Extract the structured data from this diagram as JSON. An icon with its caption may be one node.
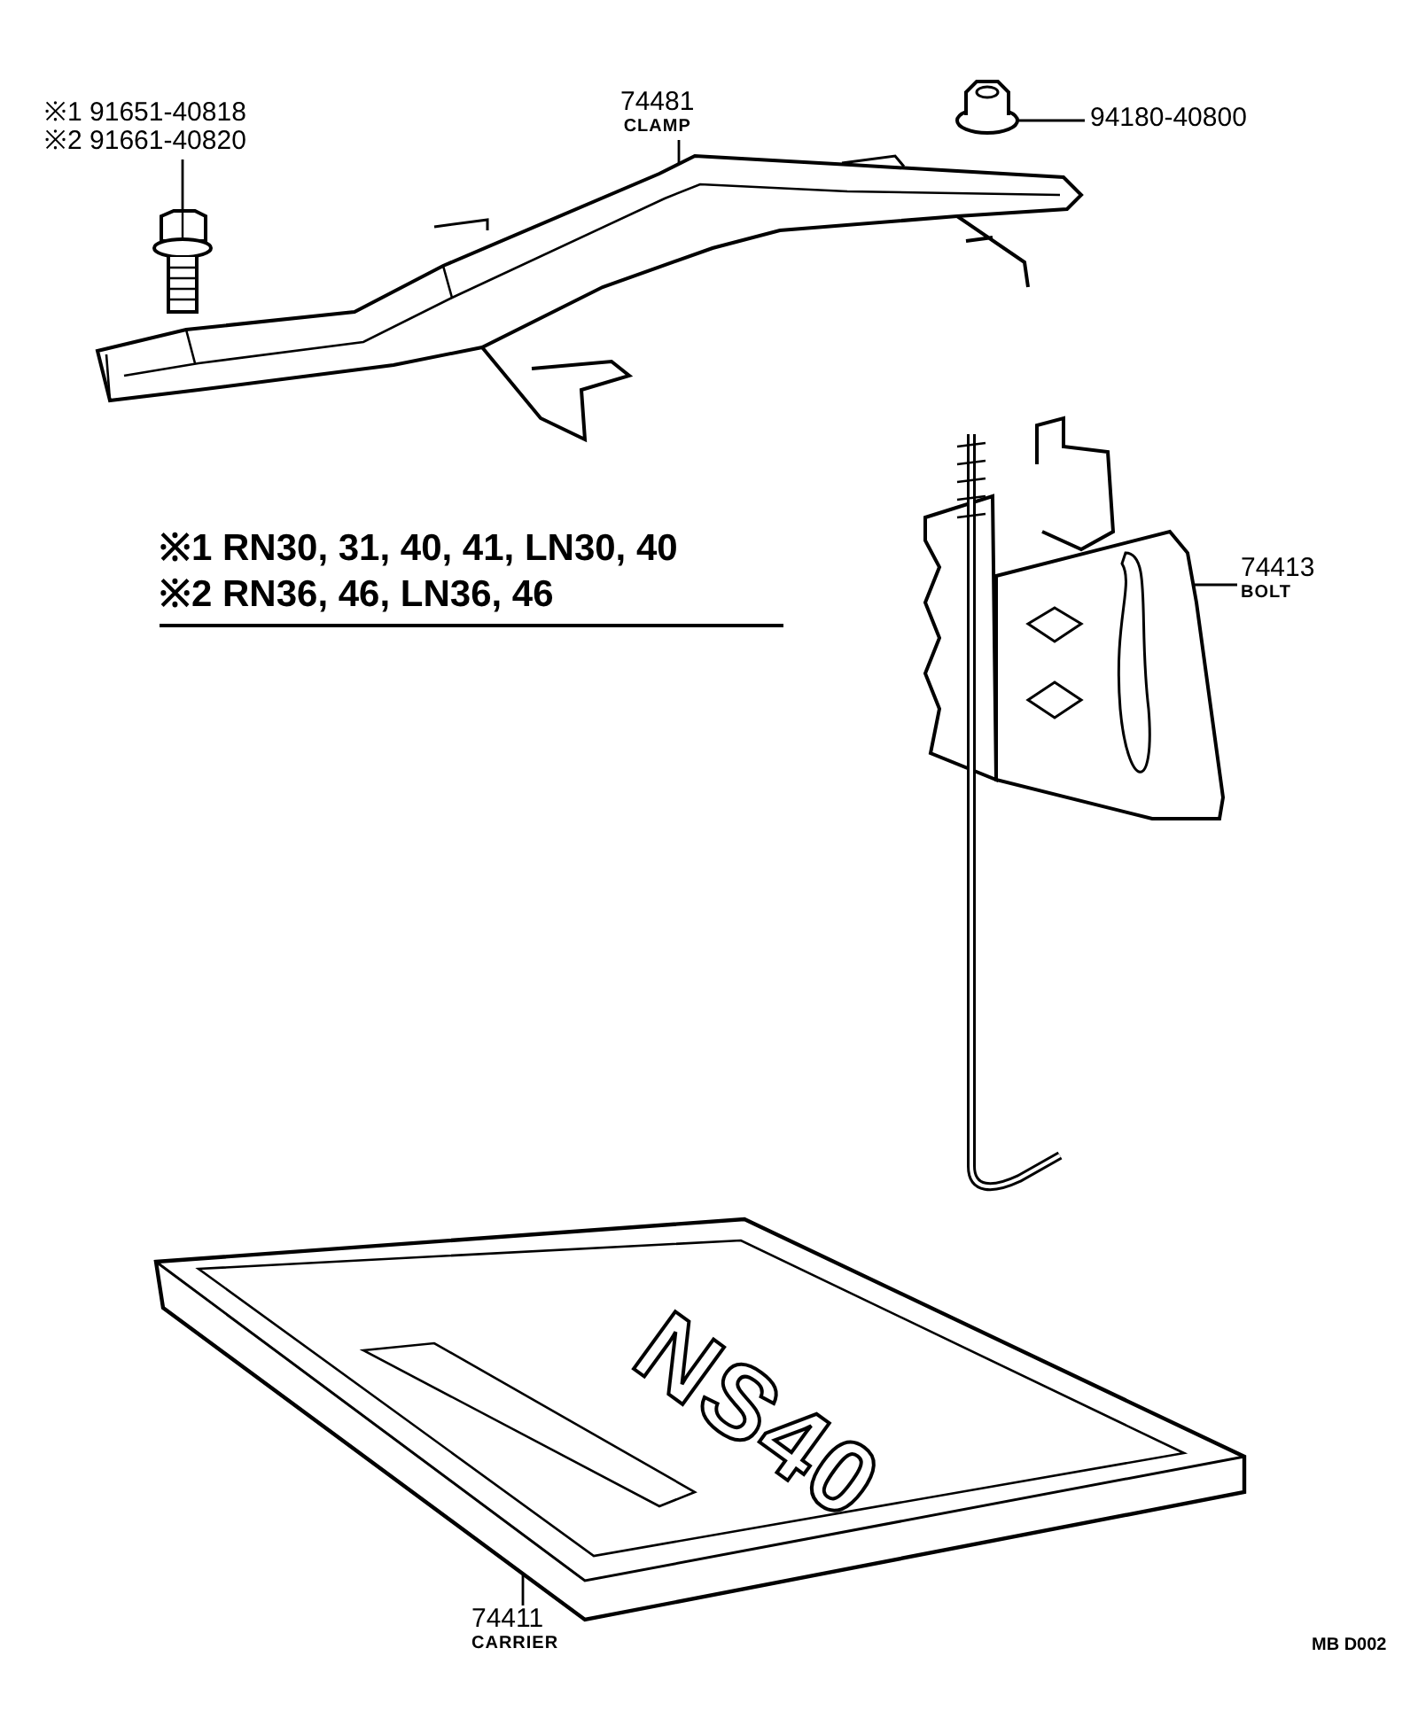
{
  "diagram": {
    "nodes": [
      {
        "text": [
          "74481",
          "CLAMP"
        ]
      },
      {
        "text": [],
        "shape": "picture"
      },
      {
        "text": [
          "※1 91651-40818",
          "※2 91661-40820"
        ]
      },
      {
        "text": [],
        "shape": "picture"
      },
      {
        "text": [
          "94180-40800"
        ]
      },
      {
        "text": [],
        "shape": "picture"
      },
      {
        "text": [
          "74413",
          "BOLT"
        ]
      },
      {
        "text": [],
        "shape": "picture"
      },
      {
        "text": [
          "74411",
          "CARRIER"
        ]
      },
      {
        "text": [],
        "shape": "picture"
      }
    ],
    "edges": [
      {
        "from": 0,
        "to": 1,
        "arrow": "none"
      },
      {
        "from": 2,
        "to": 3,
        "arrow": "none"
      },
      {
        "from": 4,
        "to": 5,
        "arrow": "none"
      },
      {
        "from": 6,
        "to": 7,
        "arrow": "none"
      },
      {
        "from": 8,
        "to": 9,
        "arrow": "none"
      }
    ],
    "labels": [
      "※1 RN30, 31, 40, 41, LN30, 40",
      "※2 RN36, 46, LN36, 46",
      "NS40",
      "MB D002"
    ]
  }
}
